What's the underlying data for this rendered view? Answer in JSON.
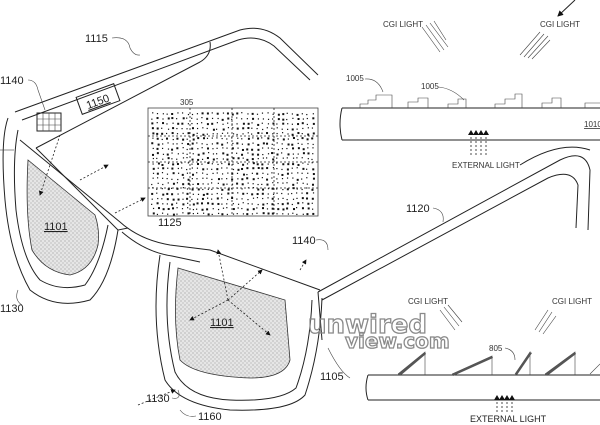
{
  "figure": {
    "labels": {
      "temple_top": "1115",
      "sensor_left": "1140",
      "module": "1150",
      "lens_left": "1101",
      "lens_right": "1101",
      "rim_left": "1130",
      "rim_right": "1130",
      "pattern": "1125",
      "pattern_small": "305",
      "temple_right": "1120",
      "sensor_right": "1140",
      "frame_edge": "1105",
      "axis": "1160"
    },
    "top_inset": {
      "cgi_light_1": "CGI LIGHT",
      "cgi_light_2": "CGI LIGHT",
      "element_1": "1005",
      "element_2": "1005",
      "substrate": "1010",
      "external_light": "EXTERNAL LIGHT"
    },
    "bottom_inset": {
      "cgi_light_1": "CGI LIGHT",
      "cgi_light_2": "CGI LIGHT",
      "element": "805",
      "external_light": "EXTERNAL LIGHT"
    },
    "watermark": {
      "line1": "unwired",
      "line2": "view.com"
    }
  }
}
